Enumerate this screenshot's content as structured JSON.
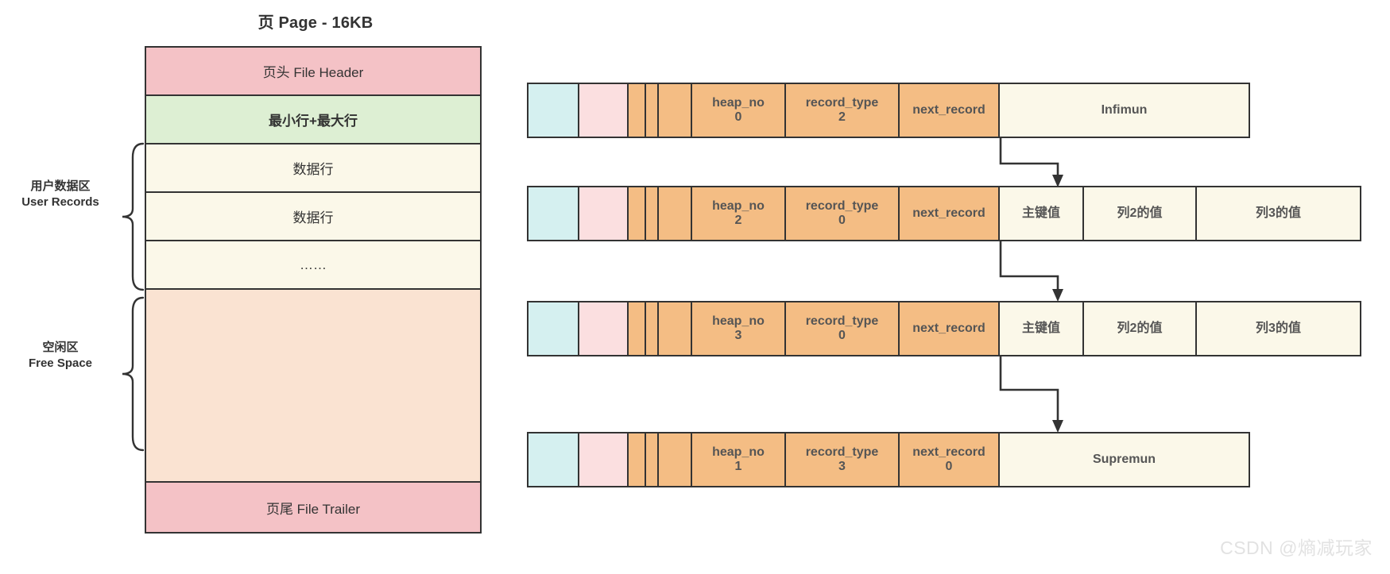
{
  "page_diagram": {
    "title": "页 Page - 16KB",
    "rows": [
      {
        "label": "页头 File Header",
        "kind": "header"
      },
      {
        "label": "最小行+最大行",
        "kind": "minmax"
      },
      {
        "label": "数据行",
        "kind": "data"
      },
      {
        "label": "数据行",
        "kind": "data"
      },
      {
        "label": "……",
        "kind": "data"
      },
      {
        "label": "",
        "kind": "free"
      },
      {
        "label": "页尾 File Trailer",
        "kind": "trailer"
      }
    ],
    "side_labels": [
      {
        "cn": "用户数据区",
        "en": "User Records"
      },
      {
        "cn": "空闲区",
        "en": "Free Space"
      }
    ]
  },
  "records": [
    {
      "name": "infimum-record",
      "heap_no_label": "heap_no",
      "heap_no_value": "0",
      "record_type_label": "record_type",
      "record_type_value": "2",
      "next_record_label": "next_record",
      "next_record_value": "",
      "payload": [
        {
          "text": "Infimun",
          "wide": true
        }
      ]
    },
    {
      "name": "user-record-1",
      "heap_no_label": "heap_no",
      "heap_no_value": "2",
      "record_type_label": "record_type",
      "record_type_value": "0",
      "next_record_label": "next_record",
      "next_record_value": "",
      "payload": [
        {
          "text": "主键值",
          "wide": false
        },
        {
          "text": "列2的值",
          "wide": false
        },
        {
          "text": "列3的值",
          "wide": false
        }
      ]
    },
    {
      "name": "user-record-2",
      "heap_no_label": "heap_no",
      "heap_no_value": "3",
      "record_type_label": "record_type",
      "record_type_value": "0",
      "next_record_label": "next_record",
      "next_record_value": "",
      "payload": [
        {
          "text": "主键值",
          "wide": false
        },
        {
          "text": "列2的值",
          "wide": false
        },
        {
          "text": "列3的值",
          "wide": false
        }
      ]
    },
    {
      "name": "supremum-record",
      "heap_no_label": "heap_no",
      "heap_no_value": "1",
      "record_type_label": "record_type",
      "record_type_value": "3",
      "next_record_label": "next_record",
      "next_record_value": "0",
      "payload": [
        {
          "text": "Supremun",
          "wide": true
        }
      ]
    }
  ],
  "colors": {
    "header_pink": "#f4c2c6",
    "minmax_green": "#ddefd3",
    "data_cream": "#fbf8e9",
    "free_peach": "#fae3d2",
    "cell_cyan": "#d5f0f0",
    "cell_pink": "#fbdfe0",
    "cell_orange": "#f4bd84",
    "stroke": "#333333"
  },
  "watermark": "CSDN @熵减玩家"
}
